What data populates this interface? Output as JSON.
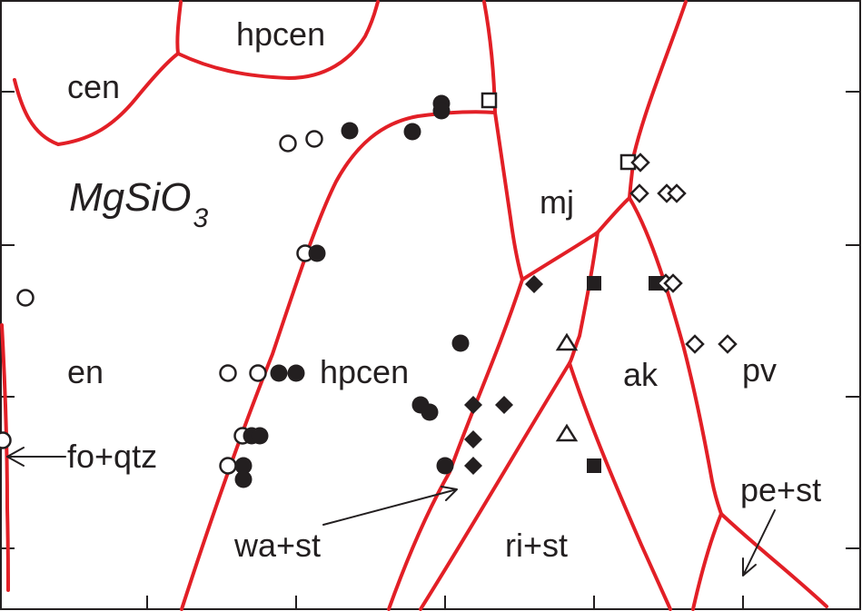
{
  "title": {
    "text": "MgSiO",
    "subscript": "3"
  },
  "phase_labels": {
    "cen": "cen",
    "hpcen_top": "hpcen",
    "hpcen_mid": "hpcen",
    "en": "en",
    "mj": "mj",
    "ak": "ak",
    "pv": "pv",
    "fo_qtz": "fo+qtz",
    "wa_st": "wa+st",
    "ri_st": "ri+st",
    "pe_st": "pe+st"
  },
  "colors": {
    "boundary": "#e21f26",
    "frame": "#231f20",
    "marker": "#231f20"
  }
}
